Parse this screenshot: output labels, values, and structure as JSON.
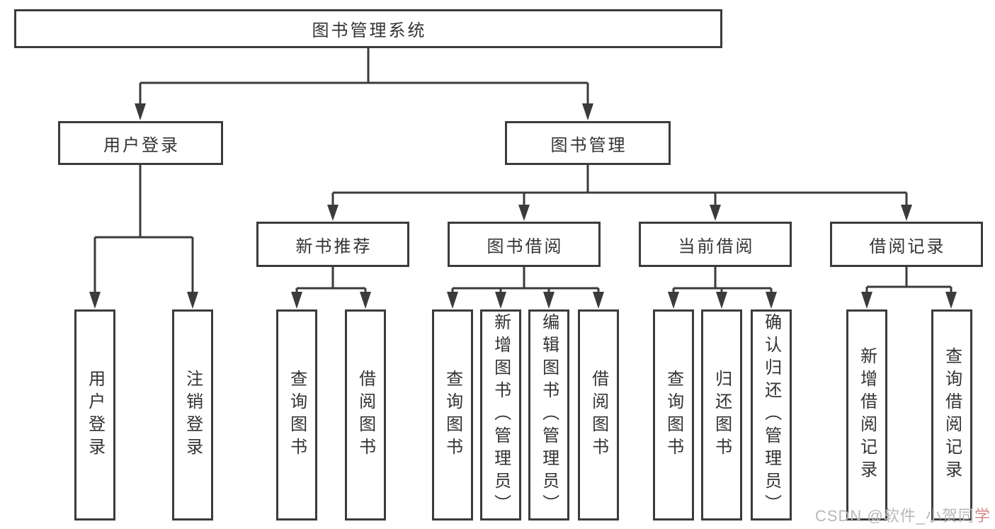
{
  "diagram": {
    "root": {
      "label": "图书管理系统"
    },
    "level2": [
      {
        "label": "用户登录"
      },
      {
        "label": "图书管理"
      }
    ],
    "level3": [
      {
        "label": "新书推荐",
        "parent": "图书管理"
      },
      {
        "label": "图书借阅",
        "parent": "图书管理"
      },
      {
        "label": "当前借阅",
        "parent": "图书管理"
      },
      {
        "label": "借阅记录",
        "parent": "图书管理"
      }
    ],
    "leaves": [
      {
        "label": "用户登录",
        "parent": "用户登录"
      },
      {
        "label": "注销登录",
        "parent": "用户登录"
      },
      {
        "label": "查询图书",
        "parent": "新书推荐"
      },
      {
        "label": "借阅图书",
        "parent": "新书推荐"
      },
      {
        "label": "查询图书",
        "parent": "图书借阅"
      },
      {
        "label": "新增图书（管理员）",
        "parent": "图书借阅"
      },
      {
        "label": "编辑图书（管理员）",
        "parent": "图书借阅"
      },
      {
        "label": "借阅图书",
        "parent": "图书借阅"
      },
      {
        "label": "查询图书",
        "parent": "当前借阅"
      },
      {
        "label": "归还图书",
        "parent": "当前借阅"
      },
      {
        "label": "确认归还（管理员）",
        "parent": "当前借阅"
      },
      {
        "label": "新增借阅记录",
        "parent": "借阅记录"
      },
      {
        "label": "查询借阅记录",
        "parent": "借阅记录"
      }
    ],
    "colors": {
      "line": "#3b3b3b",
      "box_border": "#3b3b3b",
      "text": "#333333",
      "watermark_gray": "#b8b8b8",
      "watermark_red": "#d28a86"
    },
    "watermark": {
      "gray_part": "CSDN @软件_小贺同",
      "red_part": "学"
    }
  }
}
